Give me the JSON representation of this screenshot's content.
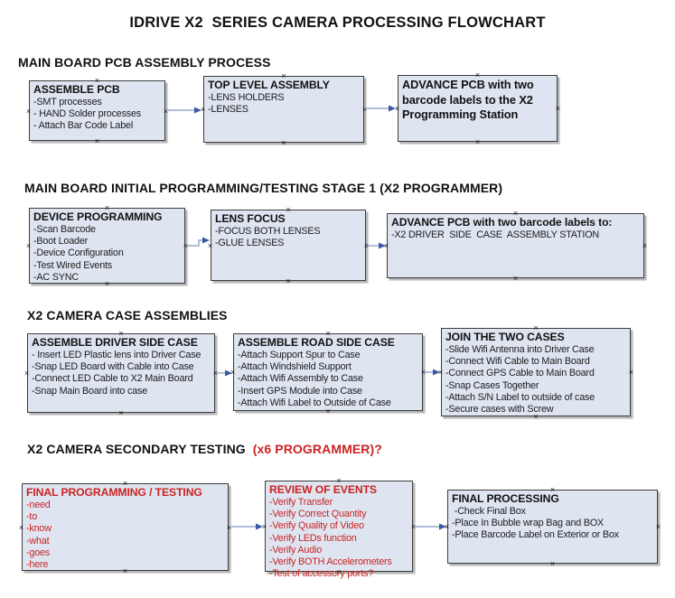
{
  "page": {
    "title": "IDRIVE X2  SERIES CAMERA PROCESSING FLOWCHART"
  },
  "icons": {
    "handle_glyph": "×",
    "connector_arrow": "right-arrowhead"
  },
  "colors": {
    "box_fill": "#dee5f1",
    "box_border": "#3c3c3c",
    "connector_line": "#97a6c8",
    "connector_head": "#3a5aa5",
    "red_text": "#cc2222",
    "black_text": "#111111"
  },
  "sections": [
    {
      "heading": "MAIN BOARD PCB ASSEMBLY PROCESS",
      "boxes": [
        {
          "title": "ASSEMBLE PCB",
          "items": [
            "-SMT processes",
            "- HAND Solder processes",
            "- Attach Bar Code Label"
          ]
        },
        {
          "title": "TOP LEVEL ASSEMBLY",
          "items": [
            "-LENS HOLDERS",
            "-LENSES"
          ]
        },
        {
          "title": "ADVANCE PCB with two barcode labels to the X2 Programming Station",
          "items": []
        }
      ]
    },
    {
      "heading": "MAIN BOARD INITIAL PROGRAMMING/TESTING STAGE 1 (X2 PROGRAMMER)",
      "boxes": [
        {
          "title": "DEVICE PROGRAMMING",
          "items": [
            "-Scan Barcode",
            "-Boot Loader",
            "-Device Configuration",
            "-Test Wired Events",
            "-AC SYNC"
          ]
        },
        {
          "title": "LENS FOCUS",
          "items": [
            "-FOCUS BOTH LENSES",
            "-GLUE LENSES"
          ]
        },
        {
          "title": "ADVANCE PCB with two barcode labels to:",
          "items": [
            "-X2 DRIVER  SIDE  CASE  ASSEMBLY STATION"
          ]
        }
      ]
    },
    {
      "heading": "X2 CAMERA CASE ASSEMBLIES",
      "boxes": [
        {
          "title": "ASSEMBLE DRIVER SIDE CASE",
          "items": [
            "- Insert LED Plastic lens into Driver Case",
            "-Snap LED Board with Cable into Case",
            "-Connect LED Cable to X2 Main Board",
            "-Snap Main Board into case"
          ]
        },
        {
          "title": "ASSEMBLE ROAD SIDE CASE",
          "items": [
            "-Attach Support Spur to Case",
            "-Attach Windshield Support",
            "-Attach Wifi Assembly to Case",
            "-Insert GPS Module into Case",
            "-Attach Wifi Label to Outside of Case"
          ]
        },
        {
          "title": "JOIN THE TWO CASES",
          "items": [
            "-Slide Wifi Antenna into Driver Case",
            "-Connect Wifi Cable to Main Board",
            "-Connect GPS Cable to Main Board",
            "-Snap Cases Together",
            "-Attach S/N Label to outside of case",
            "-Secure cases with Screw"
          ]
        }
      ]
    },
    {
      "heading_black": "X2 CAMERA SECONDARY TESTING ",
      "heading_red": " (x6 PROGRAMMER)?",
      "boxes": [
        {
          "title": "FINAL PROGRAMMING / TESTING",
          "items": [
            "-need",
            "-to",
            "-know",
            "-what",
            "-goes",
            "-here"
          ]
        },
        {
          "title": "REVIEW OF EVENTS",
          "items": [
            "-Verify Transfer",
            "-Verify Correct Quantity",
            "-Verify Quality of Video",
            "-Verify LEDs function",
            "-Verify Audio",
            "-Verify BOTH Accelerometers",
            "-Test of accessory ports?"
          ]
        },
        {
          "title": "FINAL PROCESSING",
          "items": [
            " -Check Final Box",
            "-Place In Bubble wrap Bag and BOX",
            "-Place Barcode Label on Exterior or Box"
          ]
        }
      ]
    }
  ]
}
